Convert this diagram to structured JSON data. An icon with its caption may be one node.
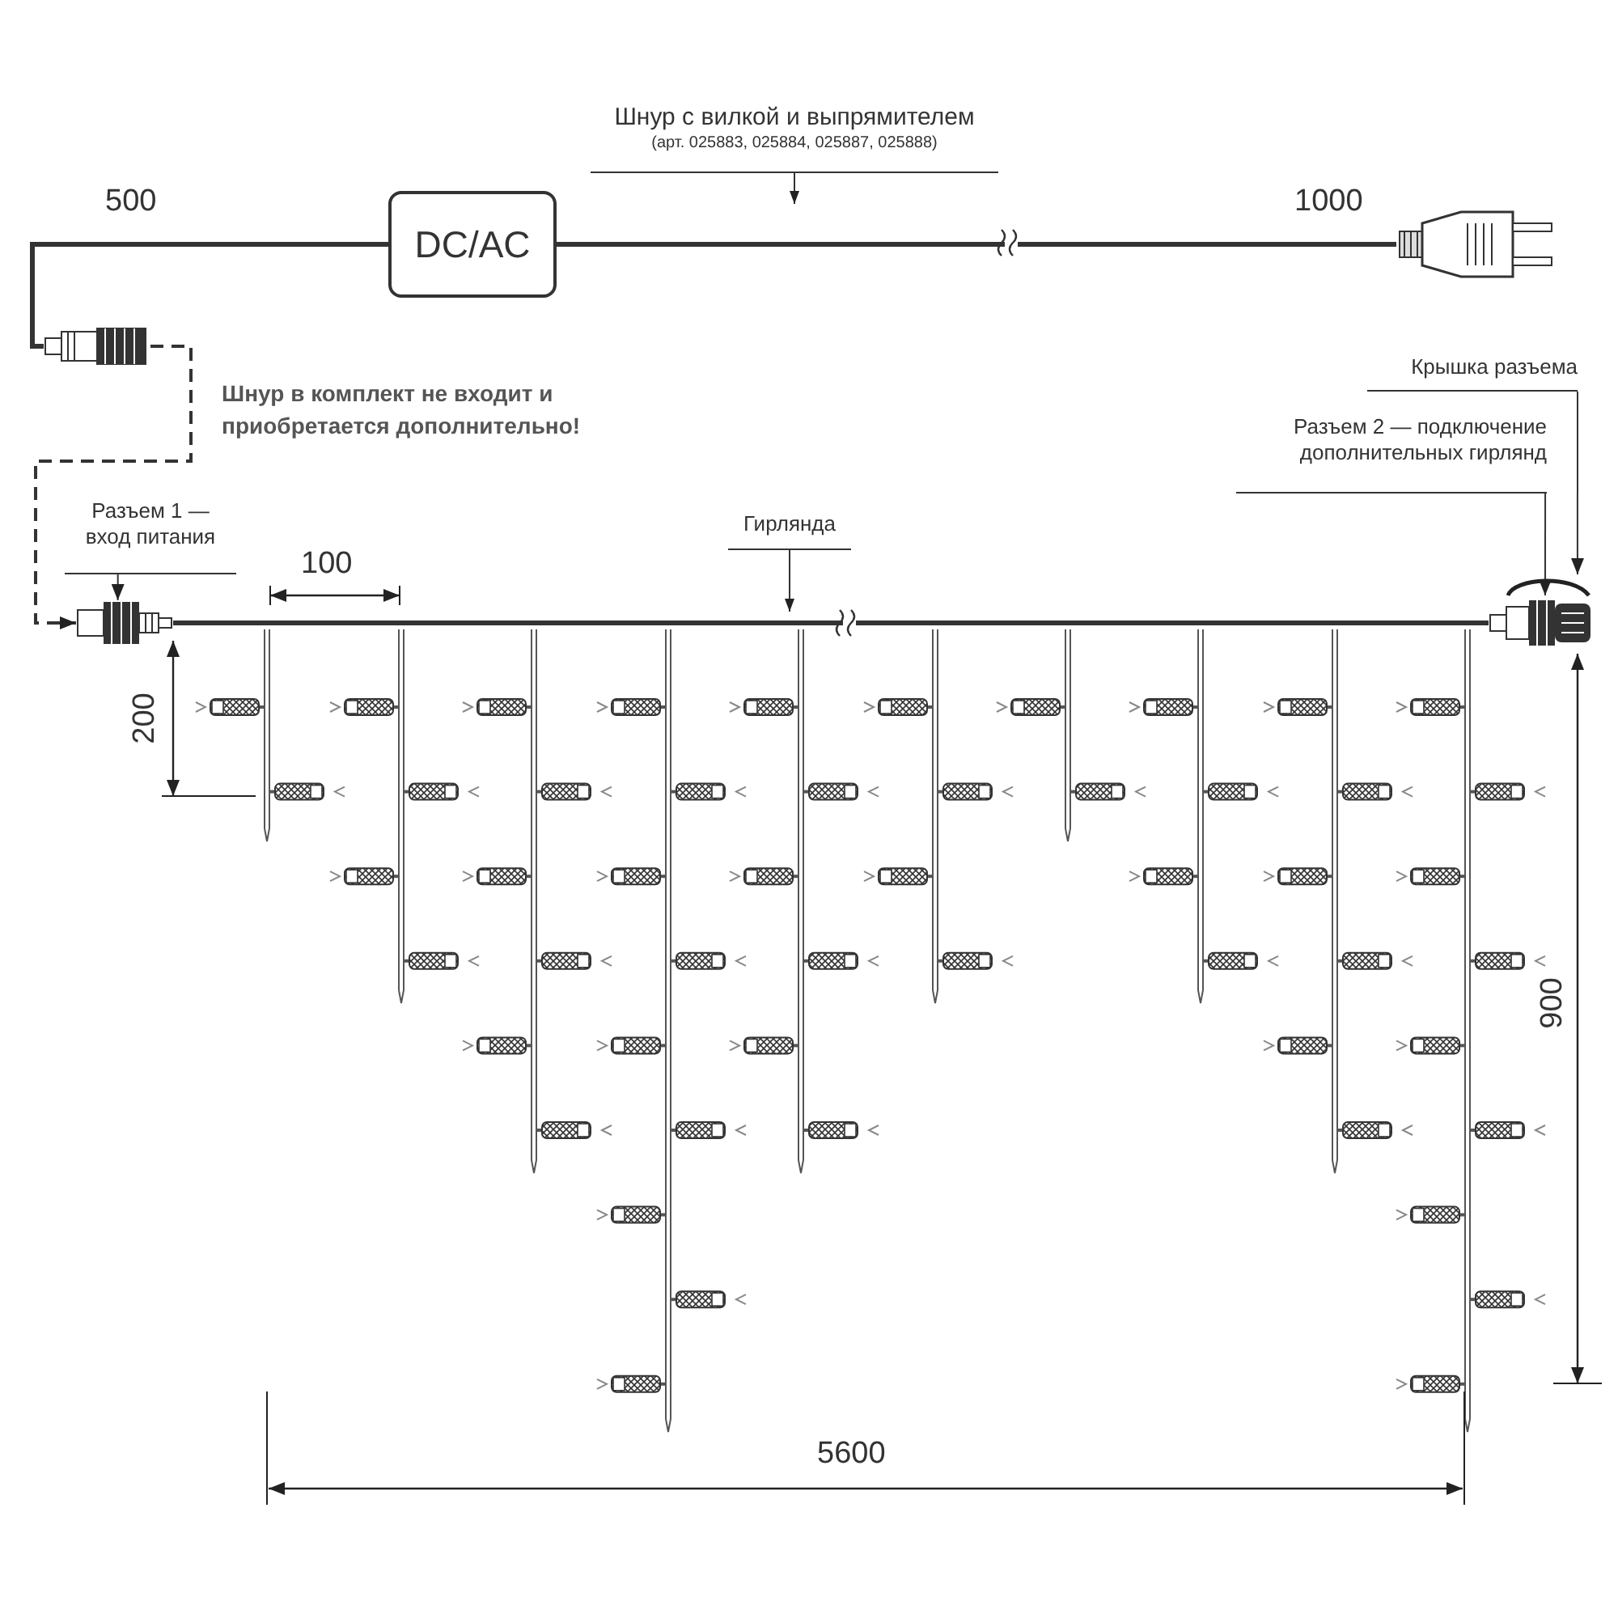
{
  "diagram": {
    "nodes": [
      {
        "text": [
          "Шнур с вилкой и выпрямителем",
          "(арт. 025883, 025884, 025887, 025888)"
        ]
      },
      {
        "text": [
          "DC/AC"
        ]
      },
      {
        "text": [],
        "shape": "picture"
      },
      {
        "text": [],
        "shape": "picture"
      },
      {
        "text": [
          "Разъем 1 — вход питания"
        ]
      },
      {
        "text": [],
        "shape": "picture"
      },
      {
        "text": [
          "Гирлянда"
        ]
      },
      {
        "text": [
          "Крышка разъема"
        ]
      },
      {
        "text": [
          "Разъем 2 — подключение дополнительных гирлянд"
        ]
      },
      {
        "text": [],
        "shape": "picture"
      },
      {
        "text": [],
        "shape": "picture"
      }
    ],
    "edges": [
      {
        "from": 3,
        "to": 1,
        "arrow": "none",
        "style": "thick"
      },
      {
        "from": 1,
        "to": 2,
        "arrow": "none",
        "style": "thick"
      },
      {
        "from": 0,
        "to": null,
        "arrow": "to"
      },
      {
        "from": 3,
        "to": 5,
        "arrow": "to",
        "style": "dashed"
      },
      {
        "from": 4,
        "to": 5,
        "arrow": "to"
      },
      {
        "from": 5,
        "to": 9,
        "arrow": "none",
        "style": "thick"
      },
      {
        "from": 6,
        "to": null,
        "arrow": "to"
      },
      {
        "from": 7,
        "to": 10,
        "arrow": "to"
      },
      {
        "from": 8,
        "to": 9,
        "arrow": "to"
      }
    ],
    "labels": [
      "500",
      "1000",
      "Шнур в комплект не входит и приобретается дополнительно!",
      "100",
      "200",
      "900",
      "5600"
    ]
  }
}
